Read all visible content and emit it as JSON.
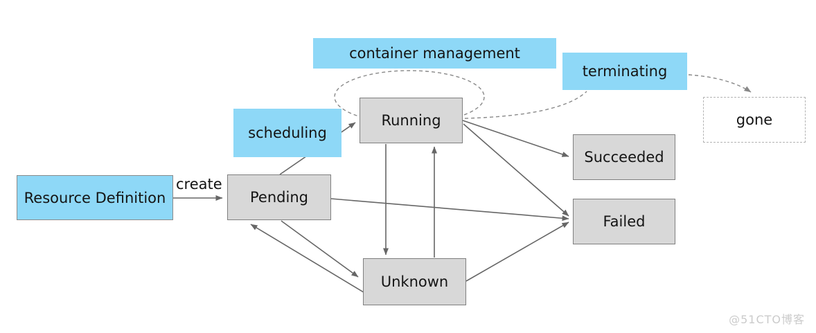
{
  "diagram": {
    "nodes": {
      "resource_definition": "Resource Definition",
      "pending": "Pending",
      "running": "Running",
      "succeeded": "Succeeded",
      "failed": "Failed",
      "unknown": "Unknown",
      "gone": "gone"
    },
    "annotations": {
      "scheduling": "scheduling",
      "container_management": "container management",
      "terminating": "terminating",
      "create": "create"
    },
    "edges": [
      {
        "from": "resource_definition",
        "to": "pending",
        "label": "create",
        "style": "solid"
      },
      {
        "from": "pending",
        "to": "running",
        "style": "solid"
      },
      {
        "from": "pending",
        "to": "failed",
        "style": "solid"
      },
      {
        "from": "pending",
        "to": "unknown",
        "style": "solid"
      },
      {
        "from": "unknown",
        "to": "pending",
        "style": "solid"
      },
      {
        "from": "running",
        "to": "unknown",
        "style": "solid"
      },
      {
        "from": "unknown",
        "to": "running",
        "style": "solid"
      },
      {
        "from": "running",
        "to": "succeeded",
        "style": "solid"
      },
      {
        "from": "running",
        "to": "failed",
        "style": "solid"
      },
      {
        "from": "unknown",
        "to": "failed",
        "style": "solid"
      },
      {
        "from": "running",
        "to": "running",
        "label": "container management",
        "style": "dashed-loop"
      },
      {
        "from": "running",
        "to": "terminating",
        "style": "dashed"
      },
      {
        "from": "terminating",
        "to": "gone",
        "style": "dashed"
      }
    ],
    "watermark": "@51CTO博客",
    "colors": {
      "annotation_fill": "#8ed8f7",
      "node_fill": "#d8d8d8",
      "node_border": "#7f7f7f",
      "edge": "#666666",
      "dashed_edge": "#888888",
      "ghost_border": "#b3b3b3",
      "watermark": "#cbcbcb",
      "background": "#ffffff"
    }
  }
}
